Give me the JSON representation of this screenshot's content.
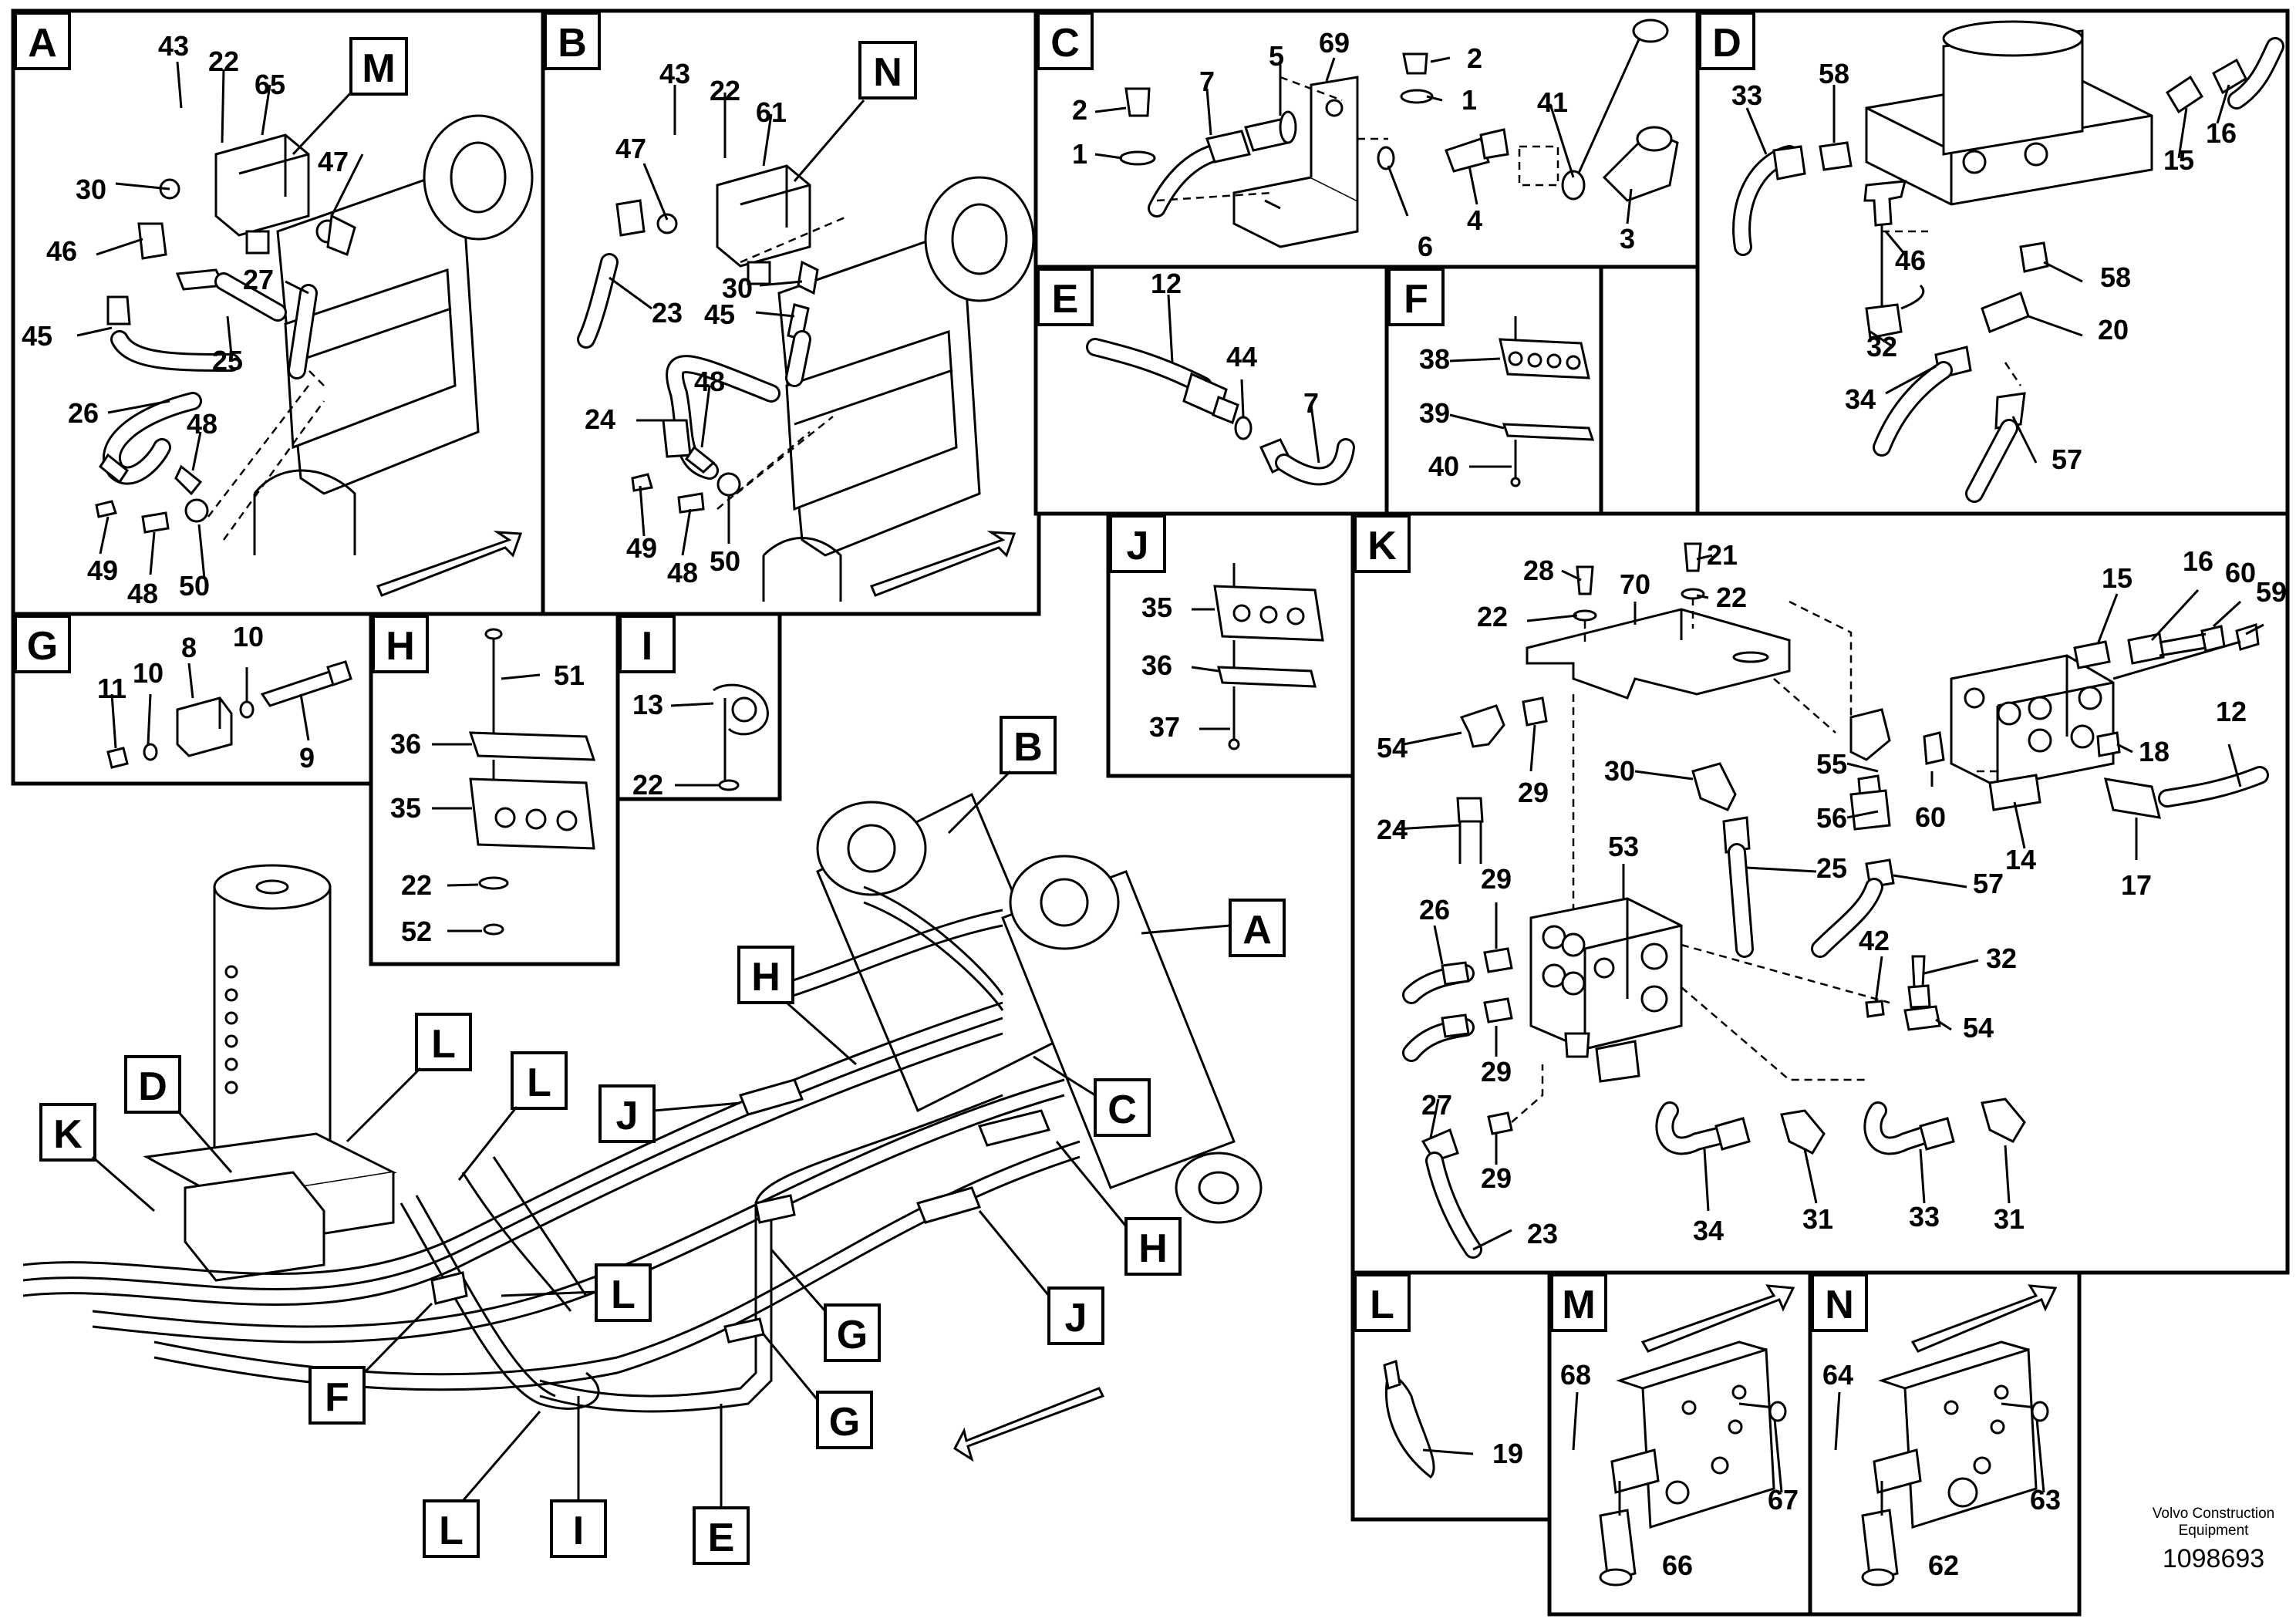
{
  "panels": [
    {
      "id": "A",
      "label": "A"
    },
    {
      "id": "B",
      "label": "B"
    },
    {
      "id": "C",
      "label": "C"
    },
    {
      "id": "D",
      "label": "D"
    },
    {
      "id": "E",
      "label": "E"
    },
    {
      "id": "F",
      "label": "F"
    },
    {
      "id": "G",
      "label": "G"
    },
    {
      "id": "H",
      "label": "H"
    },
    {
      "id": "I",
      "label": "I"
    },
    {
      "id": "J",
      "label": "J"
    },
    {
      "id": "K",
      "label": "K"
    },
    {
      "id": "L",
      "label": "L"
    },
    {
      "id": "M",
      "label": "M"
    },
    {
      "id": "N",
      "label": "N"
    }
  ],
  "callouts": {
    "A": [
      "43",
      "22",
      "65",
      "M",
      "30",
      "47",
      "46",
      "27",
      "45",
      "25",
      "26",
      "48",
      "49",
      "48",
      "50"
    ],
    "B": [
      "43",
      "22",
      "61",
      "N",
      "47",
      "30",
      "45",
      "23",
      "24",
      "48",
      "49",
      "48",
      "50"
    ],
    "C": [
      "2",
      "1",
      "7",
      "5",
      "69",
      "2",
      "1",
      "41",
      "6",
      "4",
      "3"
    ],
    "D": [
      "33",
      "58",
      "15",
      "16",
      "46",
      "58",
      "32",
      "20",
      "34",
      "57"
    ],
    "E": [
      "12",
      "44",
      "7"
    ],
    "F": [
      "38",
      "39",
      "40"
    ],
    "G": [
      "11",
      "10",
      "8",
      "10",
      "9"
    ],
    "H": [
      "51",
      "36",
      "35",
      "22",
      "52"
    ],
    "I": [
      "13",
      "22"
    ],
    "J": [
      "35",
      "36",
      "37"
    ],
    "K": [
      "28",
      "21",
      "70",
      "22",
      "22",
      "15",
      "16",
      "60",
      "59",
      "54",
      "29",
      "30",
      "55",
      "18",
      "12",
      "24",
      "56",
      "60",
      "14",
      "17",
      "53",
      "25",
      "57",
      "26",
      "29",
      "42",
      "32",
      "29",
      "54",
      "27",
      "29",
      "34",
      "31",
      "33",
      "31",
      "23"
    ],
    "L": [
      "19"
    ],
    "M": [
      "68",
      "67",
      "66"
    ],
    "N": [
      "64",
      "63",
      "62"
    ]
  },
  "overview_tags": [
    "B",
    "A",
    "H",
    "C",
    "L",
    "D",
    "L",
    "K",
    "J",
    "H",
    "J",
    "L",
    "G",
    "F",
    "G",
    "L",
    "I",
    "E"
  ],
  "footer": {
    "company_line1": "Volvo Construction",
    "company_line2": "Equipment",
    "doc_number": "1098693"
  }
}
